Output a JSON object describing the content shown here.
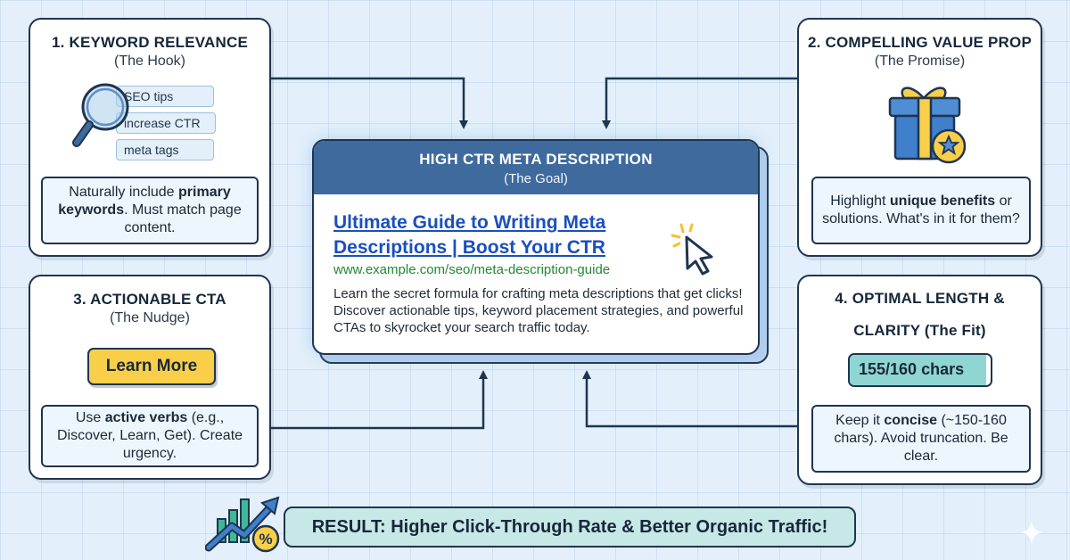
{
  "cards": {
    "keyword": {
      "title": "1. KEYWORD RELEVANCE",
      "subtitle": "(The Hook)",
      "tags": [
        "SEO tips",
        "increase CTR",
        "meta tags"
      ],
      "note_pre": "Naturally include ",
      "note_bold": "primary keywords",
      "note_post": ". Must match page content."
    },
    "value": {
      "title": "2. COMPELLING VALUE PROP",
      "subtitle": "(The Promise)",
      "note_pre": "Highlight ",
      "note_bold": "unique benefits",
      "note_post": " or solutions. What's in it for them?"
    },
    "cta": {
      "title": "3. ACTIONABLE CTA",
      "subtitle": "(The Nudge)",
      "button_label": "Learn More",
      "note_pre": "Use ",
      "note_bold": "active verbs",
      "note_post": " (e.g., Discover, Learn, Get). Create urgency."
    },
    "length": {
      "title": "4. OPTIMAL LENGTH &",
      "title2": "CLARITY (The Fit)",
      "meter_label": "155/160 chars",
      "meter_fraction": 0.969,
      "note_pre": "Keep it ",
      "note_bold": "concise",
      "note_post": " (~150-160 chars). Avoid truncation. Be clear."
    }
  },
  "center": {
    "title": "HIGH CTR META DESCRIPTION",
    "subtitle": "(The Goal)",
    "serp_title": "Ultimate Guide to Writing Meta Descriptions | Boost Your CTR",
    "serp_url": "www.example.com/seo/meta-description-guide",
    "serp_description": "Learn the secret formula for crafting meta descriptions that get clicks! Discover actionable tips, keyword placement strategies, and powerful CTAs to skyrocket your search traffic today."
  },
  "result": {
    "text": "RESULT: Higher Click-Through Rate & Better Organic Traffic!"
  },
  "colors": {
    "border": "#1f3550",
    "header": "#3f6a9e",
    "link": "#1a4fc0",
    "url": "#1f8a33",
    "button": "#f9cf4a",
    "meter_fill": "#8fd6d2",
    "result_bg": "#c6e8e6"
  },
  "icons": {
    "keyword": "magnifier-icon",
    "value": "gift-box-icon",
    "center": "cursor-click-icon",
    "result": "growth-chart-icon",
    "corner": "sparkle-icon"
  }
}
